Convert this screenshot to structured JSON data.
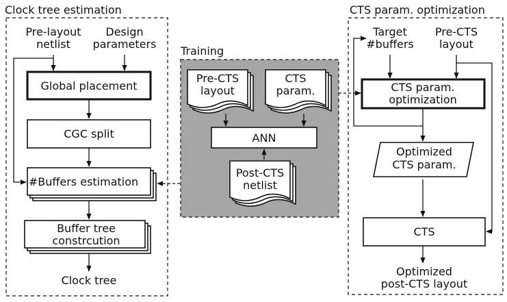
{
  "colors": {
    "training_bg": "#a6a6a6",
    "stroke": "#111111",
    "box_fill": "#ffffff"
  },
  "clock_tree_estimation": {
    "title": "Clock tree estimation",
    "prelayout_netlist": [
      "Pre-layout",
      "netlist"
    ],
    "design_parameters": [
      "Design",
      "parameters"
    ],
    "global_placement": "Global placement",
    "cgc_split": "CGC split",
    "buffers_estimation": "#Buffers estimation",
    "buffer_tree_construction": [
      "Buffer tree",
      "constrcution"
    ],
    "clock_tree": "Clock tree"
  },
  "training": {
    "title": "Training",
    "pre_cts_layout": [
      "Pre-CTS",
      "layout"
    ],
    "cts_param": [
      "CTS",
      "param."
    ],
    "ann": "ANN",
    "post_cts_netlist": [
      "Post-CTS",
      "netlist"
    ]
  },
  "cts_param_optimization": {
    "title": "CTS param. optimization",
    "target_buffers": [
      "Target",
      "#buffers"
    ],
    "pre_cts_layout": [
      "Pre-CTS",
      "layout"
    ],
    "optimization_box": [
      "CTS param.",
      "optimization"
    ],
    "optimized_param": [
      "Optimized",
      "CTS param."
    ],
    "cts": "CTS",
    "optimized_layout": [
      "Optimized",
      "post-CTS layout"
    ]
  }
}
